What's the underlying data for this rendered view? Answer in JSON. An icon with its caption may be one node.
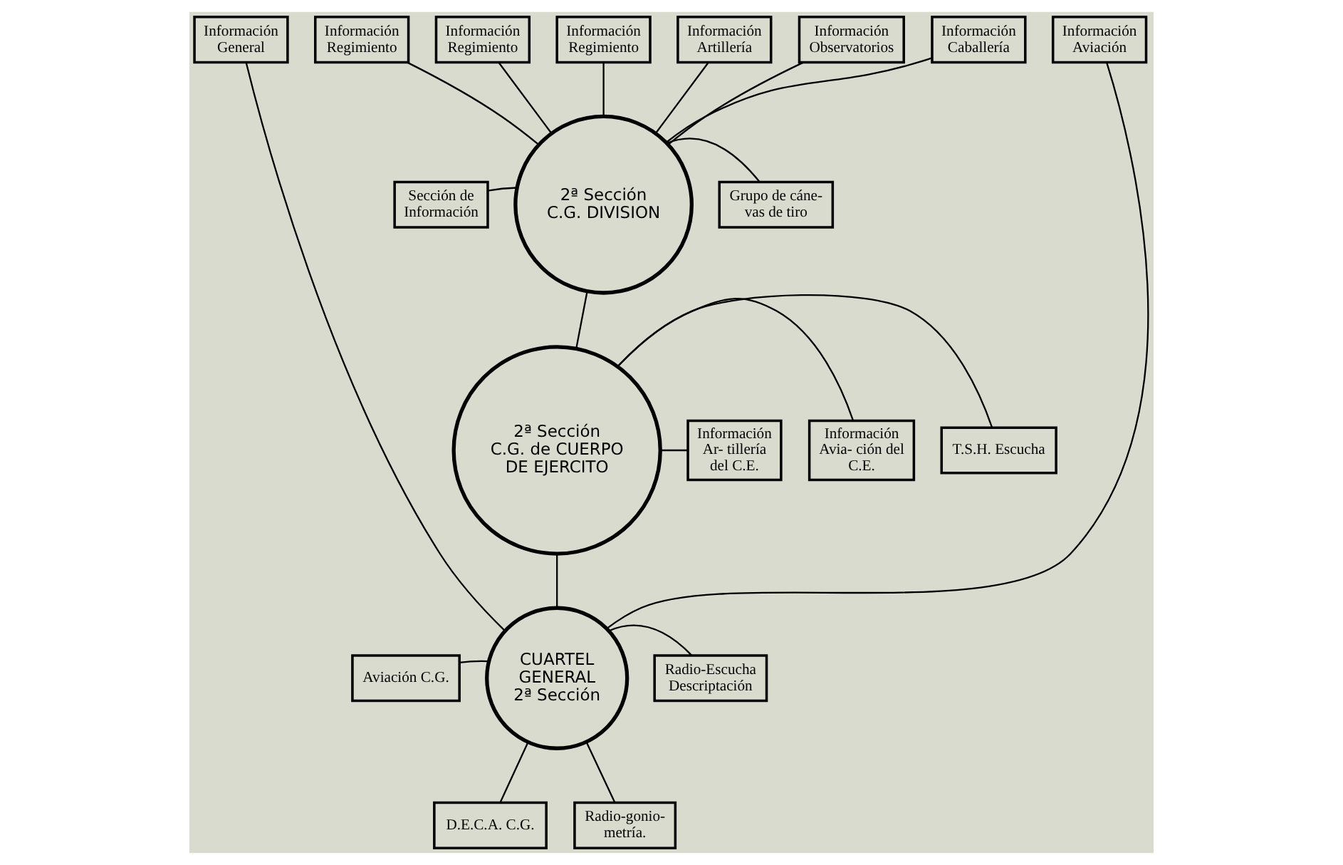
{
  "diagram": {
    "nodes": [
      {
        "text": [
          "Información General"
        ]
      },
      {
        "text": [
          "Información Regimiento"
        ]
      },
      {
        "text": [
          "Información Regimiento"
        ]
      },
      {
        "text": [
          "Información Regimiento"
        ]
      },
      {
        "text": [
          "Información Artillería"
        ]
      },
      {
        "text": [
          "Información Observatorios"
        ]
      },
      {
        "text": [
          "Información Caballería"
        ]
      },
      {
        "text": [
          "Información Aviación"
        ]
      },
      {
        "text": [
          "Sección de Información"
        ]
      },
      {
        "text": [
          "2ª Sección",
          "C.G. DIVISION"
        ]
      },
      {
        "text": [
          "Grupo de cáne- vas de tiro"
        ]
      },
      {
        "text": [
          "Información Ar- tillería del C.E."
        ]
      },
      {
        "text": [
          "2ª Sección",
          "C.G. de CUERPO DE EJERCITO"
        ]
      },
      {
        "text": [
          "T.S.H. Escucha"
        ]
      },
      {
        "text": [
          "Información Avia- ción del C.E."
        ]
      },
      {
        "text": [
          "Aviación C.G."
        ]
      },
      {
        "text": [
          "CUARTEL GENERAL",
          "2ª Sección"
        ]
      },
      {
        "text": [
          "Radio-Escucha Descriptación"
        ]
      },
      {
        "text": [
          "D.E.C.A. C.G."
        ]
      },
      {
        "text": [
          "Radio-gonio- metría."
        ]
      }
    ],
    "edges": [
      {
        "from": 1,
        "to": 9,
        "arrow": "none"
      },
      {
        "from": 2,
        "to": 9,
        "arrow": "none"
      },
      {
        "from": 3,
        "to": 9,
        "arrow": "none"
      },
      {
        "from": 4,
        "to": 9,
        "arrow": "none"
      },
      {
        "from": 5,
        "to": 9,
        "arrow": "none"
      },
      {
        "from": 6,
        "to": 9,
        "arrow": "none"
      },
      {
        "from": 8,
        "to": 9,
        "arrow": "none"
      },
      {
        "from": 9,
        "to": 10,
        "arrow": "none"
      },
      {
        "from": 9,
        "to": 12,
        "arrow": "none"
      },
      {
        "from": 11,
        "to": 12,
        "arrow": "none"
      },
      {
        "from": 14,
        "to": 12,
        "arrow": "none"
      },
      {
        "from": 12,
        "to": 13,
        "arrow": "none"
      },
      {
        "from": 12,
        "to": 16,
        "arrow": "none"
      },
      {
        "from": 0,
        "to": 16,
        "arrow": "none"
      },
      {
        "from": 7,
        "to": 16,
        "arrow": "none"
      },
      {
        "from": 15,
        "to": 16,
        "arrow": "none"
      },
      {
        "from": 18,
        "to": 16,
        "arrow": "none"
      },
      {
        "from": 16,
        "to": 17,
        "arrow": "none"
      },
      {
        "from": 16,
        "to": 19,
        "arrow": "none"
      }
    ]
  }
}
